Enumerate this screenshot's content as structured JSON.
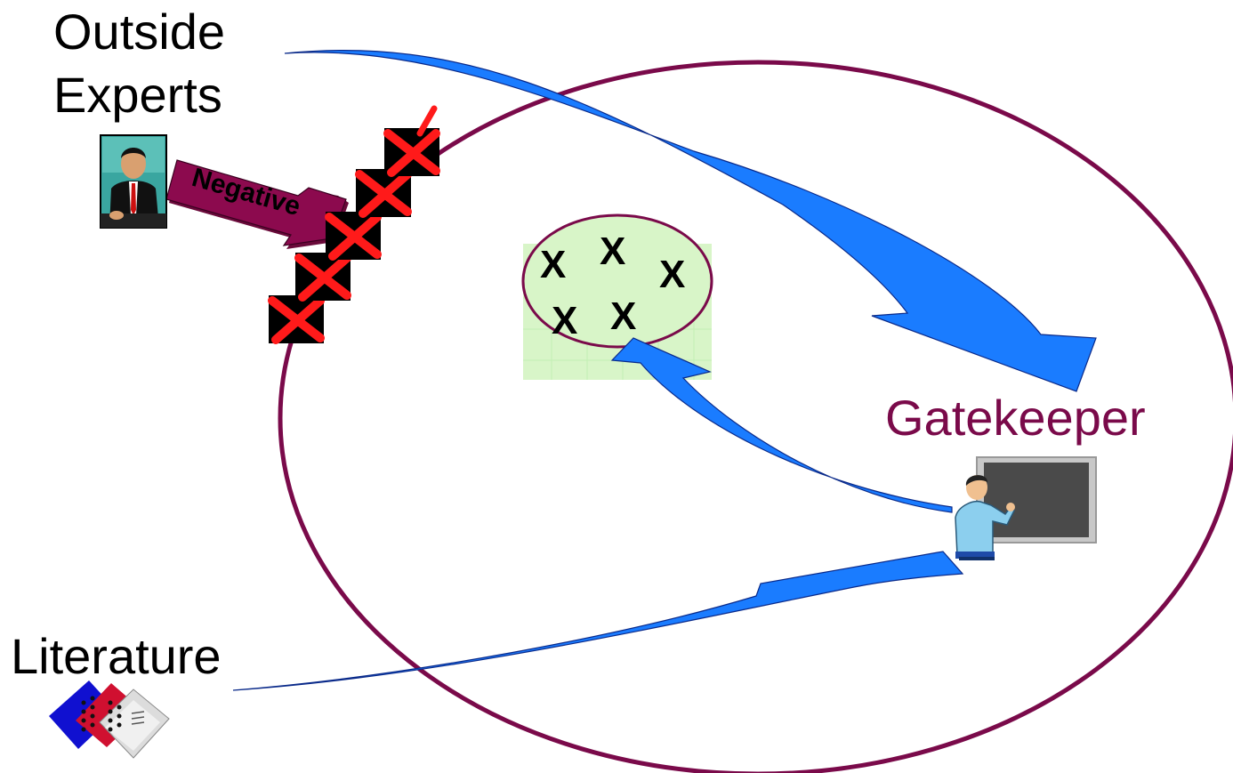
{
  "labels": {
    "outside_line1": "Outside",
    "outside_line2": "Experts",
    "gatekeeper": "Gatekeeper",
    "literature": "Literature",
    "negative": "Negative"
  },
  "group_marks": [
    "X",
    "X",
    "X",
    "X",
    "X"
  ],
  "blocked_count": 5,
  "icons": {
    "expert": "businessman-icon",
    "gatekeeper": "teacher-at-blackboard-icon",
    "literature": "documents-stack-icon",
    "blocked": "red-x-icon"
  },
  "colors": {
    "organization_ring": "#7a0a4a",
    "flow_arrow": "#1a7cff",
    "negative_arrow": "#8c0a4e",
    "group_fill": "#d8f5c8",
    "group_grid": "#b8f0a8",
    "blocked_x": "#ff0000",
    "gatekeeper_text": "#7a0a4a"
  }
}
